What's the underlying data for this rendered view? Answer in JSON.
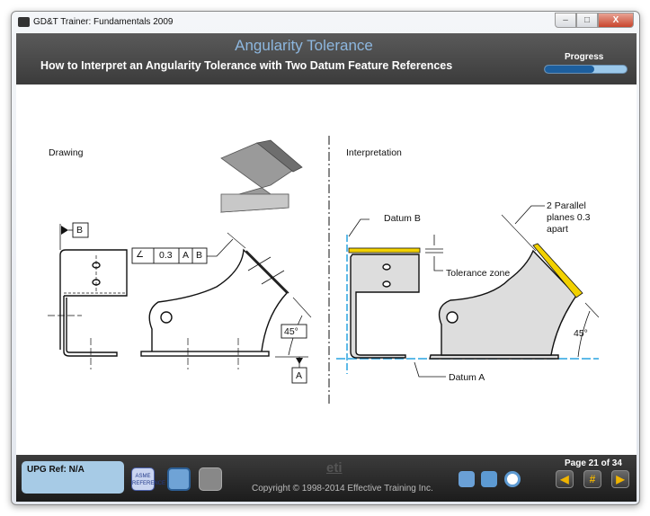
{
  "window": {
    "title": "GD&T Trainer: Fundamentals 2009",
    "minimize": "–",
    "maximize": "□",
    "close": "X"
  },
  "header": {
    "title": "Angularity Tolerance",
    "subtitle": "How to Interpret an Angularity Tolerance with Two Datum Feature References",
    "progress_label": "Progress",
    "progress_percent": 60
  },
  "drawing": {
    "label": "Drawing",
    "datum_b": "B",
    "datum_a": "A",
    "fcf": {
      "symbol": "∠",
      "tolerance": "0.3",
      "primary": "A",
      "secondary": "B"
    },
    "angle": "45°"
  },
  "interpretation": {
    "label": "Interpretation",
    "datum_b": "Datum B",
    "datum_a": "Datum A",
    "tolerance_zone": "Tolerance zone",
    "planes_line1": "2 Parallel",
    "planes_line2": "planes 0.3",
    "planes_line3": "apart",
    "angle": "45°"
  },
  "footer": {
    "upg_ref": "UPG Ref: N/A",
    "asme_label": "ASME REFERENCE",
    "logo": "eti",
    "copyright": "Copyright © 1998-2014 Effective Training Inc.",
    "page": "Page 21 of 34",
    "prev": "◀",
    "number": "#",
    "next": "▶"
  },
  "colors": {
    "accent": "#8db7df",
    "tolerance": "#f2d100",
    "datum": "#29a3e0"
  }
}
